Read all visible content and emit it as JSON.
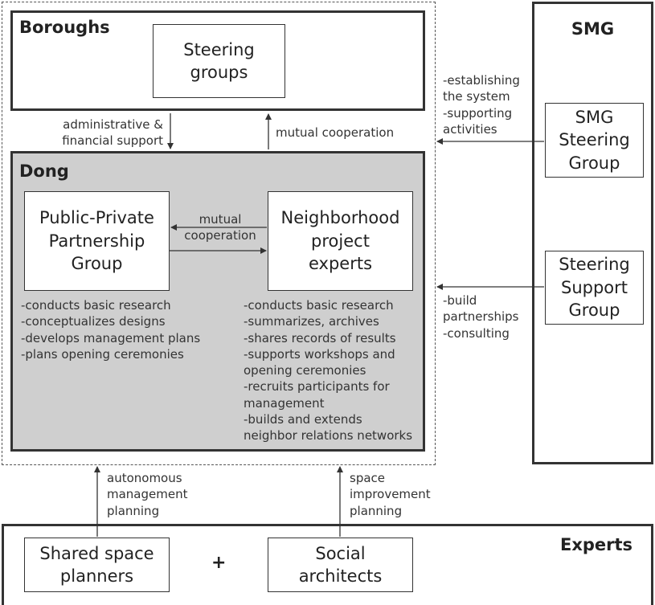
{
  "boroughs": {
    "title": "Boroughs",
    "steering_groups": "Steering\ngroups"
  },
  "dong": {
    "title": "Dong"
  },
  "ppp_group": "Public-Private\nPartnership\nGroup",
  "neighborhood_experts": "Neighborhood\nproject\nexperts",
  "smg": {
    "title": "SMG",
    "steering_group": "SMG\nSteering\nGroup",
    "steering_support_group": "Steering\nSupport\nGroup"
  },
  "experts": {
    "title": "Experts",
    "shared_space_planners": "Shared space\nplanners",
    "plus": "+",
    "social_architects": "Social\narchitects"
  },
  "labels": {
    "admin_support": "administrative &\nfinancial support",
    "mutual_cooperation_top": "mutual cooperation",
    "mutual_cooperation_mid": "mutual\ncooperation",
    "establishing": "-establishing\nthe system\n-supporting\nactivities",
    "build_partnerships": "-build\npartnerships\n-consulting",
    "autonomous": "autonomous\nmanagement\nplanning",
    "space_improvement": "space\nimprovement\nplanning"
  },
  "ppp_tasks": [
    "-conducts basic research",
    "-conceptualizes designs",
    "-develops management plans",
    "-plans opening ceremonies"
  ],
  "expert_tasks": [
    "-conducts basic research",
    "-summarizes, archives",
    "-shares records of results",
    "-supports workshops and",
    "opening ceremonies",
    "-recruits participants for",
    "management",
    "-builds and extends",
    "neighbor relations networks"
  ]
}
